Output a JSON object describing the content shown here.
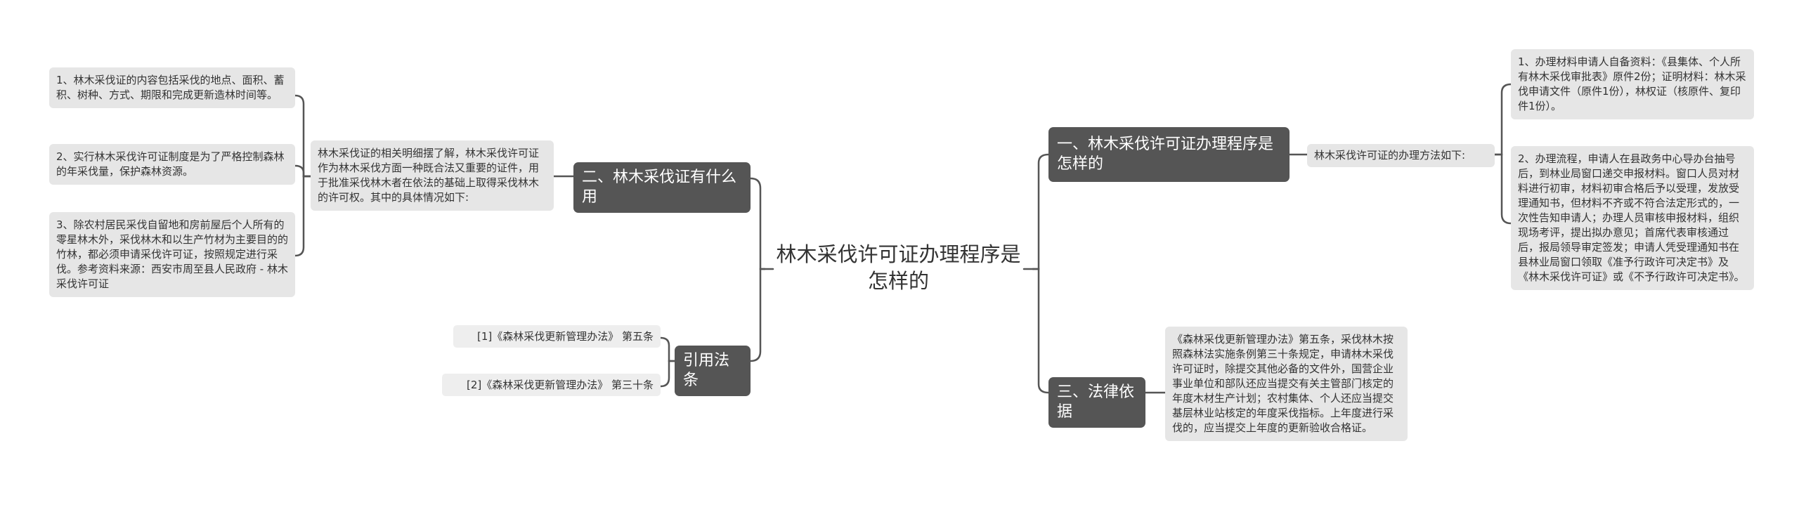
{
  "root": {
    "title": "林木采伐许可证办理程序是怎样的"
  },
  "branches": {
    "b1": {
      "title": "一、林木采伐许可证办理程序是怎样的",
      "intro": "林木采伐许可证的办理方法如下:",
      "items": [
        "1、办理材料申请人自备资料：《县集体、个人所有林木采伐审批表》原件2份；证明材料：林木采伐申请文件（原件1份），林权证（核原件、复印件1份）。",
        "2、办理流程，申请人在县政务中心导办台抽号后，到林业局窗口递交申报材料。窗口人员对材料进行初审，材料初审合格后予以受理，发放受理通知书，但材料不齐或不符合法定形式的，一次性告知申请人；办理人员审核申报材料，组织现场考评，提出拟办意见；首席代表审核通过后，报局领导审定签发；申请人凭受理通知书在县林业局窗口领取《准予行政许可决定书》及《林木采伐许可证》或《不予行政许可决定书》。"
      ]
    },
    "b2": {
      "title": "二、林木采伐证有什么用",
      "intro": "林木采伐证的相关明细摆了解，林木采伐许可证作为林木采伐方面一种既合法又重要的证件，用于批准采伐林木者在依法的基础上取得采伐林木的许可权。其中的具体情况如下:",
      "items": [
        "1、林木采伐证的内容包括采伐的地点、面积、蓄积、树种、方式、期限和完成更新造林时间等。",
        "2、实行林木采伐许可证制度是为了严格控制森林的年采伐量，保护森林资源。",
        "3、除农村居民采伐自留地和房前屋后个人所有的零星林木外，采伐林木和以生产竹材为主要目的的竹林，都必须申请采伐许可证，按照规定进行采伐。参考资料来源：西安市周至县人民政府 - 林木采伐许可证"
      ]
    },
    "b3": {
      "title": "三、法律依据",
      "items": [
        "《森林采伐更新管理办法》第五条，采伐林木按照森林法实施条例第三十条规定，申请林木采伐许可证时，除提交其他必备的文件外，国营企业事业单位和部队还应当提交有关主管部门核定的年度木材生产计划；农村集体、个人还应当提交基层林业站核定的年度采伐指标。上年度进行采伐的，应当提交上年度的更新验收合格证。"
      ]
    },
    "b4": {
      "title": "引用法条",
      "items": [
        "[1]《森林采伐更新管理办法》 第五条",
        "[2]《森林采伐更新管理办法》 第三十条"
      ]
    }
  },
  "colors": {
    "branch_bg": "#555555",
    "leaf_bg": "#e6e6e6",
    "line": "#555555"
  }
}
